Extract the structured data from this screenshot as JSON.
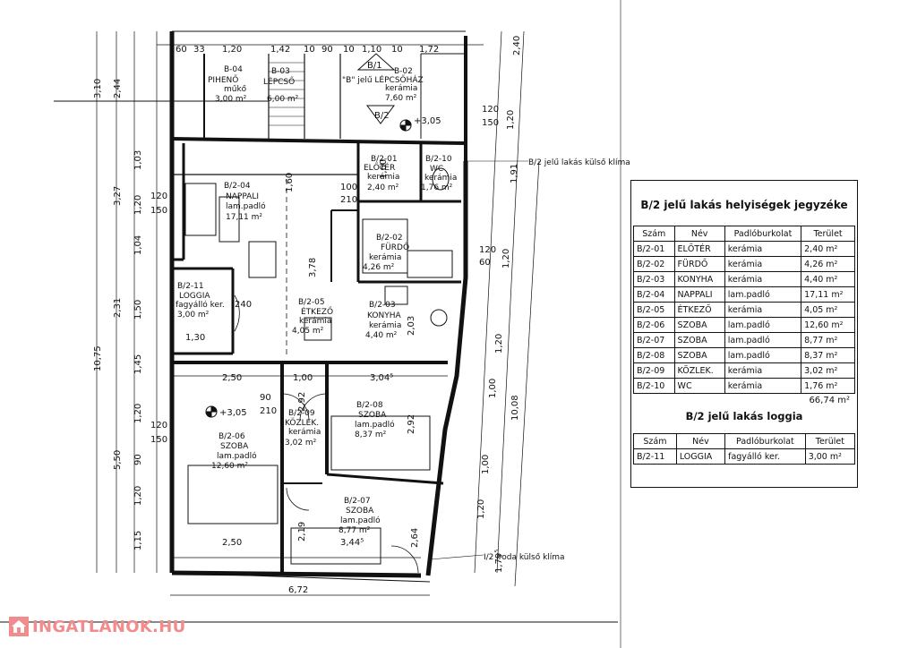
{
  "schedule": {
    "title": "B/2 jelű lakás helyiségek jegyzéke",
    "headers": [
      "Szám",
      "Név",
      "Padlóburkolat",
      "Terület"
    ],
    "rows": [
      [
        "B/2-01",
        "ELŐTÉR",
        "kerámia",
        "2,40 m²"
      ],
      [
        "B/2-02",
        "FÜRDŐ",
        "kerámia",
        "4,26 m²"
      ],
      [
        "B/2-03",
        "KONYHA",
        "kerámia",
        "4,40 m²"
      ],
      [
        "B/2-04",
        "NAPPALI",
        "lam.padló",
        "17,11 m²"
      ],
      [
        "B/2-05",
        "ÉTKEZŐ",
        "kerámia",
        "4,05 m²"
      ],
      [
        "B/2-06",
        "SZOBA",
        "lam.padló",
        "12,60 m²"
      ],
      [
        "B/2-07",
        "SZOBA",
        "lam.padló",
        "8,77 m²"
      ],
      [
        "B/2-08",
        "SZOBA",
        "lam.padló",
        "8,37 m²"
      ],
      [
        "B/2-09",
        "KÖZLEK.",
        "kerámia",
        "3,02 m²"
      ],
      [
        "B/2-10",
        "WC",
        "kerámia",
        "1,76 m²"
      ]
    ],
    "total": "66,74 m²",
    "loggia_title": "B/2 jelű lakás loggia",
    "loggia_headers": [
      "Szám",
      "Név",
      "Padlóburkolat",
      "Terület"
    ],
    "loggia_rows": [
      [
        "B/2-11",
        "LOGGIA",
        "fagyálló ker.",
        "3,00 m²"
      ]
    ]
  },
  "rooms": {
    "b201": {
      "code": "B/2-01",
      "name": "ELŐTÉR",
      "floor": "kerámia",
      "area": "2,40 m²"
    },
    "b202": {
      "code": "B/2-02",
      "name": "FÜRDŐ",
      "floor": "kerámia",
      "area": "4,26 m²"
    },
    "b203": {
      "code": "B/2-03",
      "name": "KONYHA",
      "floor": "kerámia",
      "area": "4,40 m²"
    },
    "b204": {
      "code": "B/2-04",
      "name": "NAPPALI",
      "floor": "lam.padló",
      "area": "17,11 m²"
    },
    "b205": {
      "code": "B/2-05",
      "name": "ÉTKEZŐ",
      "floor": "kerámia",
      "area": "4,05 m²"
    },
    "b206": {
      "code": "B/2-06",
      "name": "SZOBA",
      "floor": "lam.padló",
      "area": "12,60 m²"
    },
    "b207": {
      "code": "B/2-07",
      "name": "SZOBA",
      "floor": "lam.padló",
      "area": "8,77 m²"
    },
    "b208": {
      "code": "B/2-08",
      "name": "SZOBA",
      "floor": "lam.padló",
      "area": "8,37 m²"
    },
    "b209": {
      "code": "B/2-09",
      "name": "KÖZLEK.",
      "floor": "kerámia",
      "area": "3,02 m²"
    },
    "b210": {
      "code": "B/2-10",
      "name": "WC",
      "floor": "kerámia",
      "area": "1,76 m²"
    },
    "b211": {
      "code": "B/2-11",
      "name": "LOGGIA",
      "floor": "fagyálló ker.",
      "area": "3,00 m²"
    },
    "b04": {
      "code": "B-04",
      "name": "PIHENŐ",
      "floor": "műkő",
      "area": "3,00 m²"
    },
    "b03": {
      "code": "B-03",
      "name": "LÉPCSŐ",
      "area": "6,00 m²"
    },
    "b02": {
      "code": "B-02",
      "name": "\"B\" jelű LÉPCSŐHÁZ",
      "floor": "kerámia",
      "area": "7,60 m²"
    }
  },
  "markers": {
    "b1": "B/1",
    "b2": "B/2",
    "level": "+3,05"
  },
  "notes": {
    "climate_b2": "B/2 jelű lakás külső klíma",
    "climate_office": "I/2 iroda külső klíma"
  },
  "dimensions": {
    "top": [
      "60",
      "33",
      "1,20",
      "1,42",
      "10",
      "90",
      "10",
      "1,10",
      "10",
      "1,72"
    ],
    "bottom_total": "6,72",
    "bottom_rooms": [
      "2,50",
      "3,44⁵"
    ],
    "mid_rooms": [
      "2,50",
      "1,00",
      "3,04⁵"
    ],
    "left_outer": [
      "3,10",
      "10,75"
    ],
    "left_mid": [
      "2,44",
      "3,27",
      "2,31",
      "5,50"
    ],
    "left_inner": [
      "1,03",
      "1,20",
      "1,04",
      "1,50",
      "1,45",
      "1,20",
      "90",
      "1,20",
      "1,15"
    ],
    "right_inner": [
      "1,20",
      "1,20",
      "1,20",
      "1,00",
      "1,00",
      "1,20"
    ],
    "right_outer": [
      "2,40",
      "1,91",
      "10,08",
      "1,79⁵"
    ],
    "interior": [
      "3,78",
      "1,60",
      "2,03",
      "2,92",
      "2,92",
      "2,64",
      "2,19",
      "1,30",
      "1,60"
    ],
    "openings": [
      "120",
      "150",
      "90",
      "210",
      "60",
      "240",
      "100"
    ]
  },
  "watermark": {
    "text": "INGATLANOK.HU"
  },
  "colors": {
    "ink": "#111111",
    "watermark": "#f28c8c",
    "background": "#ffffff"
  }
}
